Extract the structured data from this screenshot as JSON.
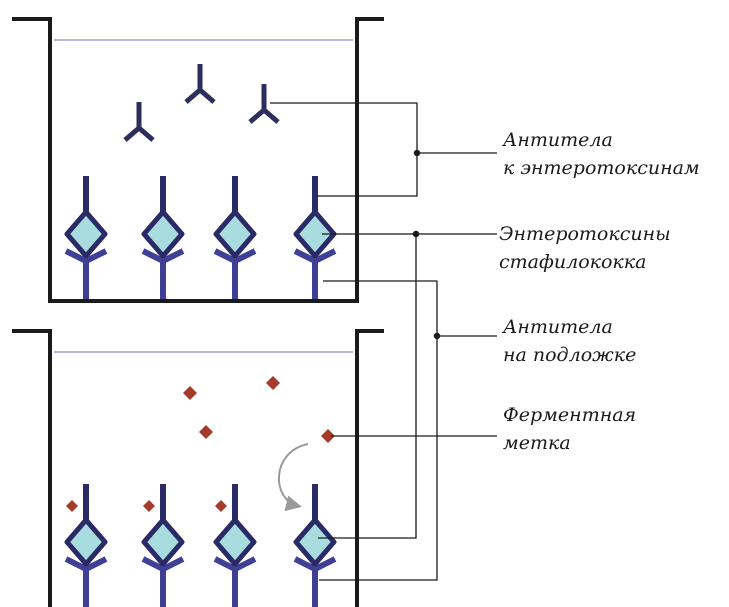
{
  "labels": {
    "antibodies_to_enterotoxins": [
      "Антитела",
      "к энтеротоксинам"
    ],
    "staph_enterotoxins": [
      "Энтеротоксины",
      "стафилококка"
    ],
    "antibodies_on_substrate": [
      "Антитела",
      "на подложке"
    ],
    "enzyme_label": [
      "Ферментная",
      "метка"
    ]
  },
  "colors": {
    "wall": "#1a1a1a",
    "liquid_line": "#b9b6dc",
    "antibody": "#3f3f96",
    "free_antibody": "#2e2e5c",
    "toxin_fill": "#a9dcdf",
    "toxin_stroke": "#2a2a66",
    "enzyme": "#a63a2a",
    "leader": "#1a1a1a",
    "arrow": "#9a9a9a"
  }
}
